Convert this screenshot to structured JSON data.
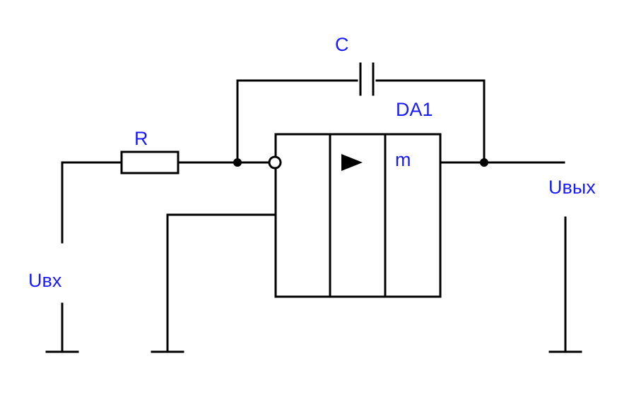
{
  "colors": {
    "label": "#1a1aff",
    "line": "#000000",
    "background": "#ffffff"
  },
  "labels": {
    "capacitor": "C",
    "opamp": "DA1",
    "resistor": "R",
    "opamp_function": "m",
    "input_voltage": "Uвх",
    "output_voltage": "Uвых"
  },
  "icons": {
    "amplifier": "triangle-amplifier-icon",
    "inverting_input": "inversion-circle-icon"
  }
}
